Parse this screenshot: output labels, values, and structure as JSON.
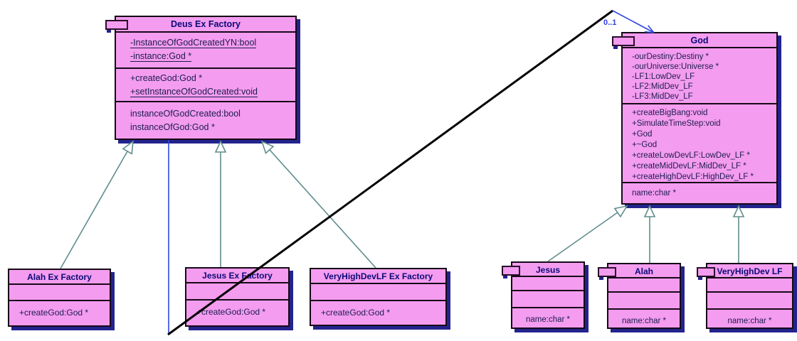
{
  "labels": {
    "association_multiplicity": "0..1"
  },
  "colors": {
    "class_fill": "#F49CEF",
    "class_border": "#160a16",
    "class_shadow": "#23238d",
    "title_text": "#0a0a78",
    "member_text": "#1c1c50",
    "generalization_line": "#5f8d8d",
    "association_blue": "#2f46df",
    "association_black": "#000000"
  },
  "classes": {
    "deus": {
      "title": "Deus Ex Factory",
      "attributes": [
        "-InstanceOfGodCreatedYN:bool",
        "-instance:God *"
      ],
      "methods": [
        "+createGod:God *",
        "+setInstanceOfGodCreated:void"
      ],
      "extras": [
        "instanceOfGodCreated:bool",
        "instanceOfGod:God *"
      ]
    },
    "alah_ex": {
      "title": "Alah Ex Factory",
      "methods": [
        "+createGod:God *"
      ]
    },
    "jesus_ex": {
      "title": "Jesus Ex Factory",
      "methods": [
        "+createGod:God *"
      ]
    },
    "vhd_ex": {
      "title": "VeryHighDevLF Ex Factory",
      "methods": [
        "+createGod:God *"
      ]
    },
    "god": {
      "title": "God",
      "attributes": [
        "-ourDestiny:Destiny *",
        "-ourUniverse:Universe *",
        "-LF1:LowDev_LF",
        "-LF2:MidDev_LF",
        "-LF3:MidDev_LF"
      ],
      "methods": [
        "+createBigBang:void",
        "+SimulateTimeStep:void",
        "+God",
        "+~God",
        "+createLowDevLF:LowDev_LF *",
        "+createMidDevLF:MidDev_LF *",
        "+createHighDevLF:HighDev_LF *"
      ],
      "extras": [
        "name:char *"
      ]
    },
    "jesus": {
      "title": "Jesus",
      "extras": [
        "name:char *"
      ]
    },
    "alah": {
      "title": "Alah",
      "extras": [
        "name:char *"
      ]
    },
    "vhd": {
      "title": "VeryHighDev LF",
      "extras": [
        "name:char *"
      ]
    }
  }
}
